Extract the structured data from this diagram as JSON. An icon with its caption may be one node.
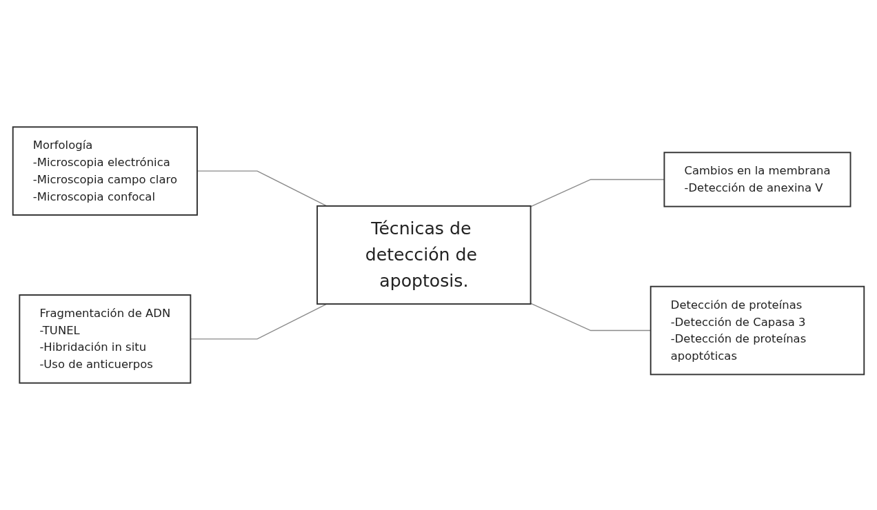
{
  "diagram": {
    "nodes": [
      {
        "text": [
          "Morfología",
          "-Microscopia electrónica",
          "-Microscopia campo claro",
          "-Microscopia confocal"
        ]
      },
      {
        "text": [
          "Cambios en la membrana",
          "-Detección de anexina V"
        ]
      },
      {
        "text": [
          "Técnicas de detección de apoptosis."
        ]
      },
      {
        "text": [
          "Fragmentación de ADN",
          "-TUNEL",
          "-Hibridación in situ",
          "-Uso de anticuerpos"
        ]
      },
      {
        "text": [
          "Detección de proteínas",
          "-Detección de Capasa 3",
          "-Detección de proteínas apoptóticas"
        ]
      }
    ],
    "edges": [
      {
        "from": 0,
        "to": 2,
        "arrow": "none"
      },
      {
        "from": 2,
        "to": 1,
        "arrow": "none"
      },
      {
        "from": 3,
        "to": 2,
        "arrow": "none"
      },
      {
        "from": 2,
        "to": 4,
        "arrow": "none"
      }
    ]
  }
}
